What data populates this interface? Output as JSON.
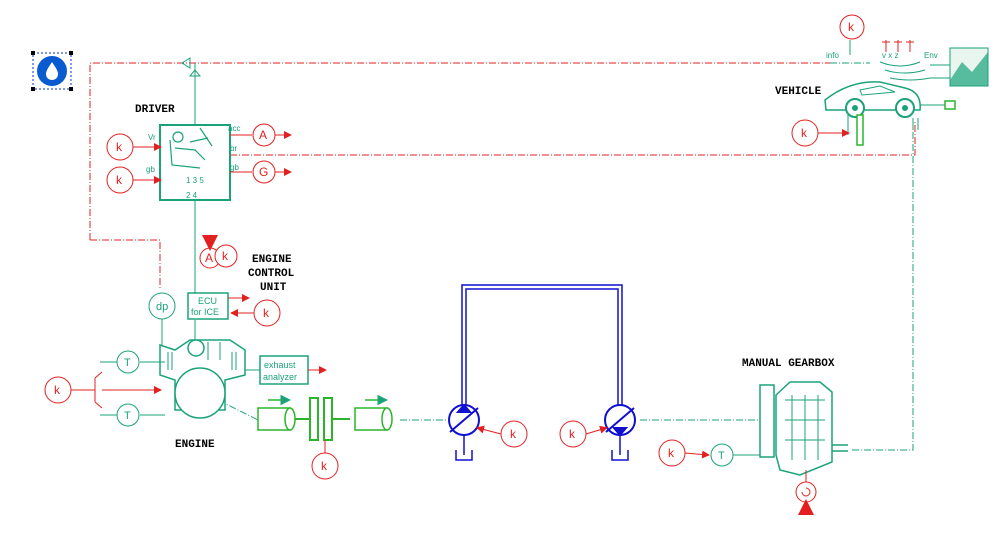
{
  "titles": {
    "driver": "DRIVER",
    "vehicle": "VEHICLE",
    "engine_control_line1": "ENGINE",
    "engine_control_line2": "CONTROL",
    "engine_control_line3": "UNIT",
    "engine": "ENGINE",
    "manual_gearbox": "MANUAL GEARBOX"
  },
  "ports": {
    "driver_vr": "Vr",
    "driver_gb_in": "gb",
    "driver_acc": "acc",
    "driver_br": "br",
    "driver_gb_out": "gb",
    "driver_gears_top": "1 3 5",
    "driver_gears_bottom": "2 4",
    "vehicle_info": "info",
    "vehicle_vxz": "v x z",
    "vehicle_env": "Env"
  },
  "blocks": {
    "ecu_line1": "ECU",
    "ecu_line2": "for ICE",
    "exhaust_line1": "exhaust",
    "exhaust_line2": "analyzer"
  },
  "signals": {
    "constant": "k",
    "output_a": "A",
    "output_g": "G",
    "temperature": "T",
    "pressure": "dp"
  },
  "colors": {
    "green": "#1aa37a",
    "red": "#e32020",
    "blue": "#1010d0",
    "lime": "#2bb52b"
  }
}
